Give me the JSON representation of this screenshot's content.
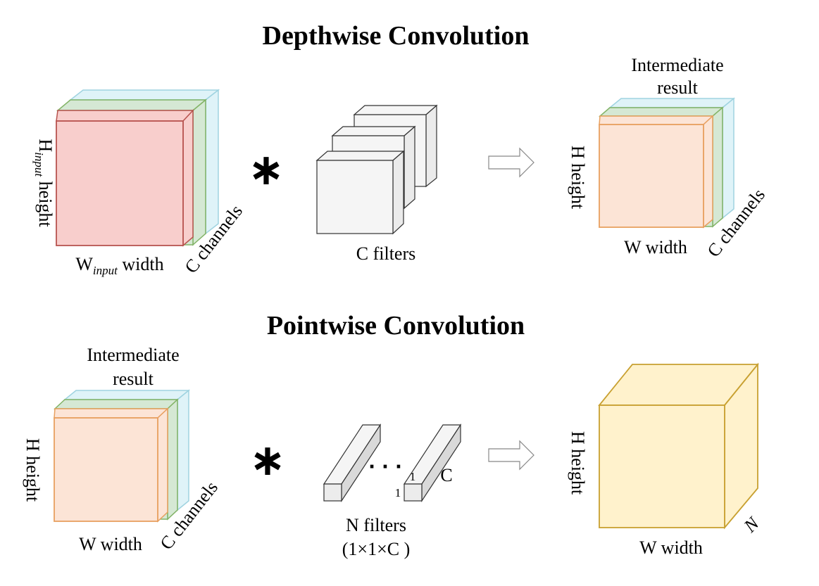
{
  "depthwise": {
    "title": "Depthwise Convolution",
    "input_height_label": {
      "main": "H",
      "sub": "input",
      "rest": " height"
    },
    "input_width_label": {
      "main": "W",
      "sub": "input",
      "rest": " width"
    },
    "input_channels_label": "C channels",
    "operator": "∗",
    "filters_label": "C filters",
    "result_title_line1": "Intermediate",
    "result_title_line2": "result",
    "result_height_label": "H height",
    "result_width_label": "W width",
    "result_channels_label": "C channels"
  },
  "pointwise": {
    "title": "Pointwise Convolution",
    "input_title_line1": "Intermediate",
    "input_title_line2": "result",
    "input_height_label": "H height",
    "input_width_label": "W width",
    "input_channels_label": "C channels",
    "operator": "∗",
    "filter_dots": "· · ·",
    "filter_dim_1a": "1",
    "filter_dim_1b": "1",
    "filter_dim_c": "C",
    "filters_label_line1": "N filters",
    "filters_label_line2": "(1×1×C )",
    "output_height_label": "H height",
    "output_width_label": "W width",
    "output_depth_label": "N"
  },
  "colors": {
    "red_face": "#f8cecc",
    "red_stroke": "#b85450",
    "green_face": "#d5e8d4",
    "green_stroke": "#82b366",
    "blue_face": "#dff3f8",
    "blue_stroke": "#9fd3e0",
    "orange_face": "#fce4d6",
    "orange_stroke": "#e8a060",
    "yellow_face": "#fff2cc",
    "yellow_stroke": "#c8a030",
    "gray_face": "#f5f5f5",
    "gray_stroke": "#333333"
  }
}
